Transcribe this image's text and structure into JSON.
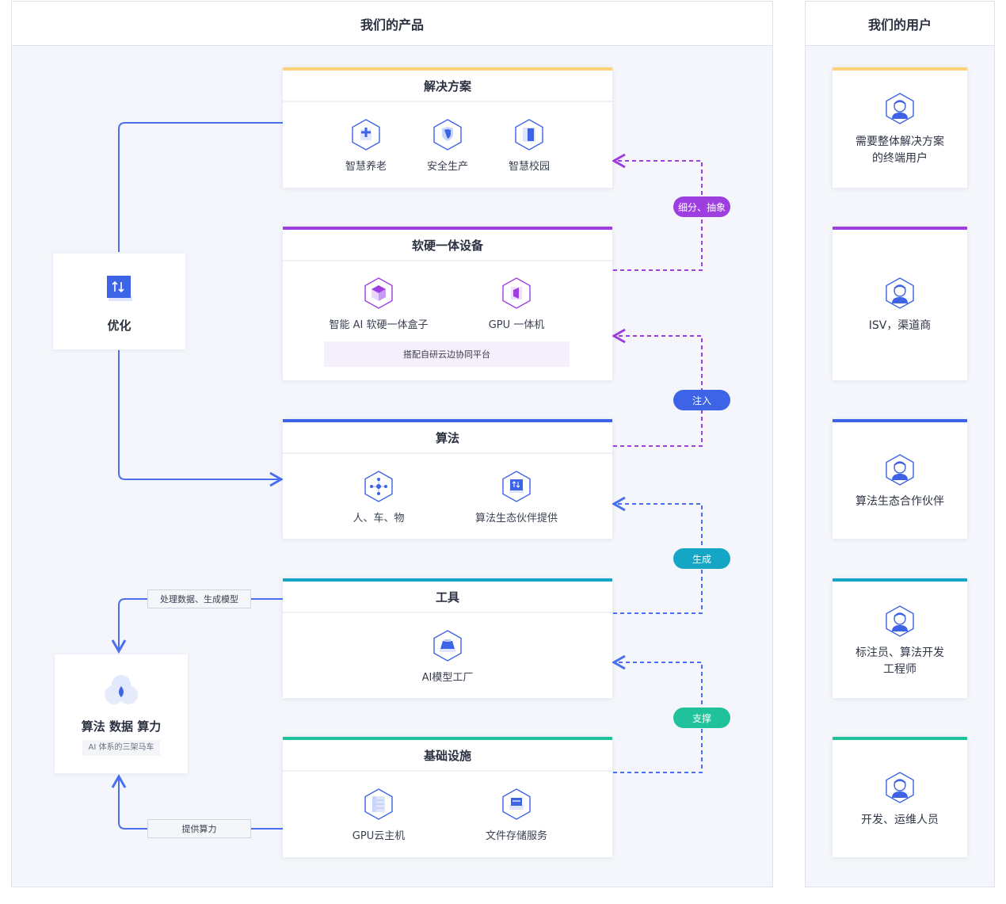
{
  "products_header": "我们的产品",
  "users_header": "我们的用户",
  "colors": {
    "yellow": "#ffd27a",
    "purple": "#9d3fe0",
    "blue": "#3d63e6",
    "teal": "#14a6c4",
    "green": "#1fc29a",
    "line_blue": "#4a6ff0",
    "line_purple": "#9d3fe0"
  },
  "optimize": {
    "icon": "optimize-icon",
    "label": "优化"
  },
  "triad": {
    "icon": "venn-icon",
    "title": "算法 数据 算力",
    "subtitle": "AI 体系的三架马车"
  },
  "tags": {
    "process": "处理数据、生成模型",
    "provide": "提供算力"
  },
  "pills": {
    "refine": "细分、抽象",
    "inject": "注入",
    "generate": "生成",
    "support": "支撑"
  },
  "solution": {
    "title": "解决方案",
    "items": [
      {
        "label": "智慧养老",
        "icon": "cross-icon"
      },
      {
        "label": "安全生产",
        "icon": "shield-icon"
      },
      {
        "label": "智慧校园",
        "icon": "campus-icon"
      }
    ]
  },
  "device": {
    "title": "软硬一体设备",
    "items": [
      {
        "label": "智能 AI 软硬一体盒子",
        "icon": "cube-icon"
      },
      {
        "label": "GPU 一体机",
        "icon": "machine-icon"
      }
    ],
    "platform": "搭配自研云边协同平台"
  },
  "algorithm": {
    "title": "算法",
    "items": [
      {
        "label": "人、车、物",
        "icon": "network-icon"
      },
      {
        "label": "算法生态伙伴提供",
        "icon": "partner-icon"
      }
    ]
  },
  "tools": {
    "title": "工具",
    "items": [
      {
        "label": "AI模型工厂",
        "icon": "factory-icon"
      }
    ]
  },
  "infra": {
    "title": "基础设施",
    "items": [
      {
        "label": "GPU云主机",
        "icon": "server-icon"
      },
      {
        "label": "文件存储服务",
        "icon": "storage-icon"
      }
    ]
  },
  "users": [
    {
      "line1": "需要整体解决方案",
      "line2": "的终端用户",
      "icon": "user-icon"
    },
    {
      "line1": "ISV，渠道商",
      "line2": "",
      "icon": "user-icon"
    },
    {
      "line1": "算法生态合作伙伴",
      "line2": "",
      "icon": "user-icon"
    },
    {
      "line1": "标注员、算法开发",
      "line2": "工程师",
      "icon": "user-icon"
    },
    {
      "line1": "开发、运维人员",
      "line2": "",
      "icon": "user-icon"
    }
  ]
}
